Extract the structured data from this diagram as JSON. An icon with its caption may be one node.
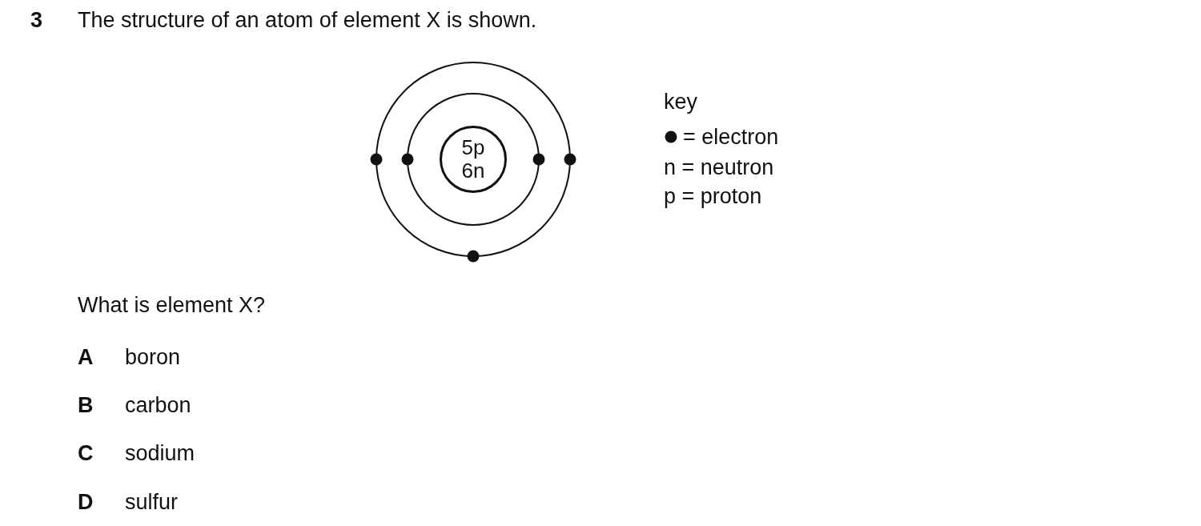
{
  "diagram": {
    "title": "The structure of an atom of element X is shown.",
    "nodes": [
      {
        "text": [
          "5p",
          "6n"
        ]
      }
    ],
    "edges": [],
    "labels": [
      "3",
      "key",
      "n = neutron",
      "p = proton",
      "What is element X?",
      "A",
      "boron",
      "B",
      "carbon",
      "C",
      "sodium",
      "D",
      "sulfur"
    ],
    "legend": [
      {
        "text": "= electron"
      }
    ]
  }
}
